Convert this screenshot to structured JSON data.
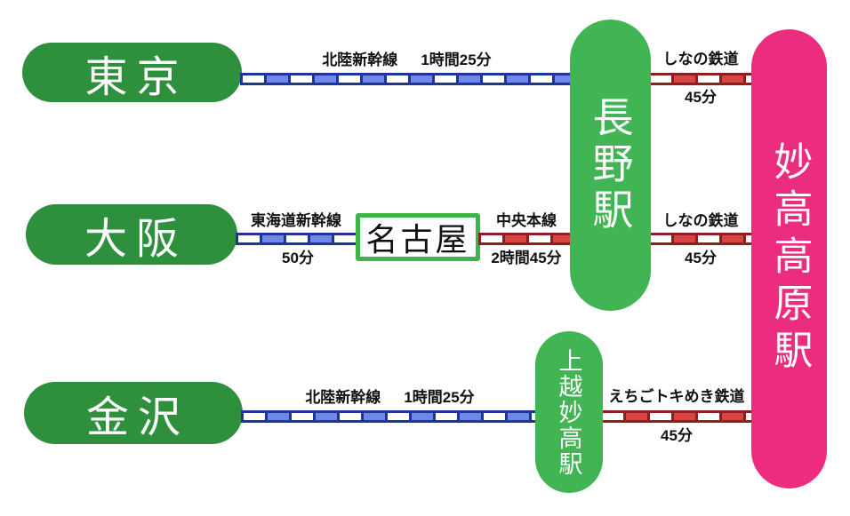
{
  "diagram": {
    "type": "railway-access-diagram",
    "colors": {
      "origin_green": "#2e8f3d",
      "station_green": "#41b553",
      "destination_pink": "#ec2d7f",
      "shinkansen_blue": "#6f89e6",
      "shinkansen_blue_border": "#1f3499",
      "local_line_red": "#d94444",
      "local_line_red_border": "#8e1f1f",
      "nagoya_border_green": "#3cb54a",
      "label_text": "#111111"
    },
    "origins": {
      "tokyo": "東京",
      "osaka": "大阪",
      "kanazawa": "金沢"
    },
    "stations": {
      "nagano": "長野駅",
      "joetsu_myoko": "上越妙高駅",
      "myoko_kogen": "妙高高原駅",
      "nagoya": "名古屋"
    },
    "routes": {
      "tokyo_nagano": {
        "line": "北陸新幹線",
        "duration": "1時間25分"
      },
      "nagano_myoko_top": {
        "line": "しなの鉄道",
        "duration": "45分"
      },
      "osaka_nagoya": {
        "line": "東海道新幹線",
        "duration": "50分"
      },
      "nagoya_nagano": {
        "line": "中央本線",
        "duration": "2時間45分"
      },
      "nagano_myoko_mid": {
        "line": "しなの鉄道",
        "duration": "45分"
      },
      "kanazawa_joetsu": {
        "line": "北陸新幹線",
        "duration": "1時間25分"
      },
      "joetsu_myoko": {
        "line": "えちごトキめき鉄道",
        "duration": "45分"
      }
    }
  }
}
